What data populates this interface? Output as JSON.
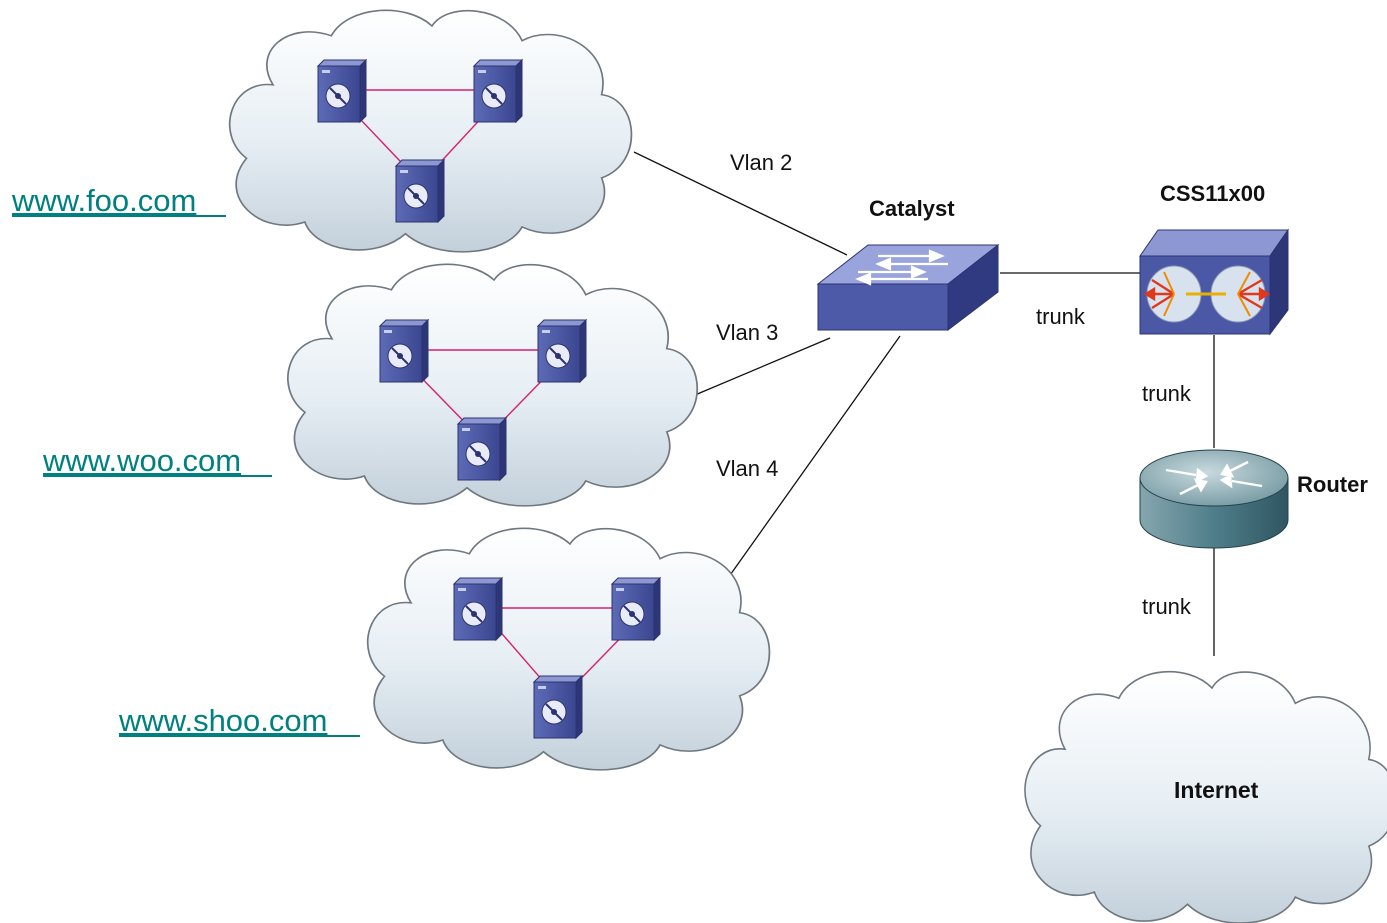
{
  "sites": [
    {
      "url": "www.foo.com",
      "vlan": "Vlan 2"
    },
    {
      "url": "www.woo.com",
      "vlan": "Vlan 3"
    },
    {
      "url": "www.shoo.com",
      "vlan": "Vlan 4"
    }
  ],
  "devices": {
    "switch": "Catalyst",
    "content_switch": "CSS11x00",
    "router": "Router",
    "internet": "Internet"
  },
  "links": {
    "switch_to_css": "trunk",
    "css_to_router": "trunk",
    "router_to_internet": "trunk"
  },
  "colors": {
    "link_text": "#008080",
    "server_lan": "#d6206e",
    "device_blue": "#4a5aa6",
    "router_teal": "#3f6e7a"
  }
}
